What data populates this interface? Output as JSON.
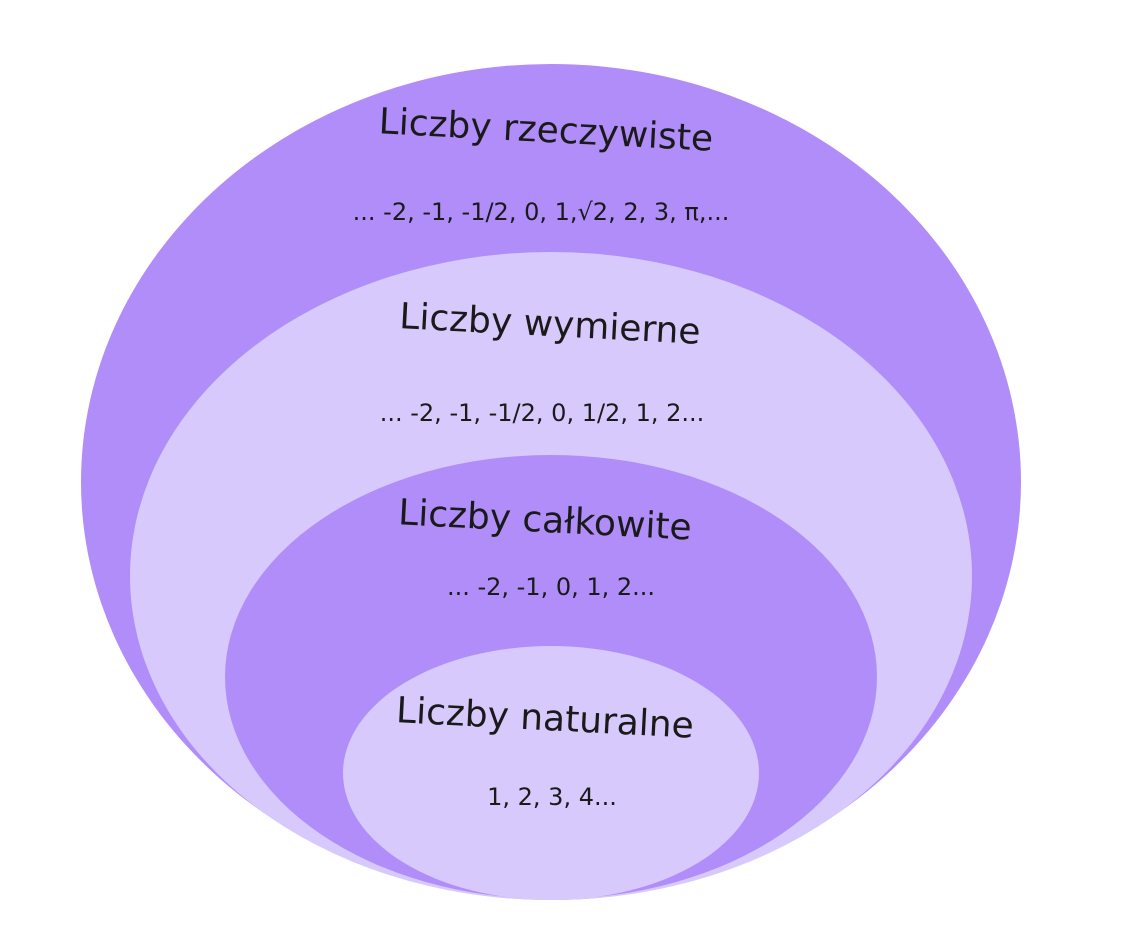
{
  "colors": {
    "background": "#ffffff",
    "dark_fill": "#b08df9",
    "light_fill": "#d8c9fc",
    "text": "#1a1a1a"
  },
  "sets": {
    "real": {
      "title": "Liczby rzeczywiste",
      "examples": "... -2, -1, -1/2, 0, 1,√2, 2, 3, π,..."
    },
    "rational": {
      "title": "Liczby wymierne",
      "examples": "... -2, -1, -1/2, 0, 1/2, 1, 2..."
    },
    "integer": {
      "title": "Liczby całkowite",
      "examples": "... -2, -1, 0, 1, 2..."
    },
    "natural": {
      "title": "Liczby naturalne",
      "examples": "1, 2, 3, 4..."
    }
  }
}
